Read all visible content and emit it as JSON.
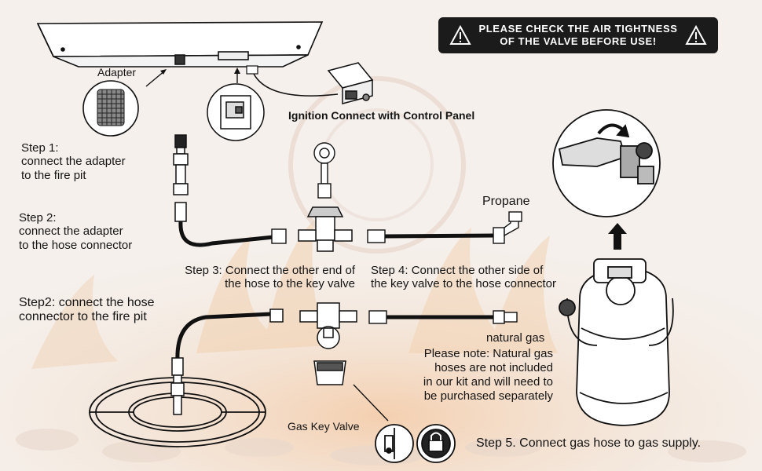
{
  "warning": {
    "line1": "PLEASE CHECK THE AIR TIGHTNESS",
    "line2": "OF THE VALVE BEFORE USE!",
    "icon": "warning-triangle-icon"
  },
  "labels": {
    "adapter": "Adapter",
    "ignition": "Ignition Connect with Control Panel",
    "propane": "Propane",
    "natural_gas": "natural gas",
    "gas_key_valve": "Gas Key Valve"
  },
  "steps": {
    "step1_l1": "Step 1:",
    "step1_l2": "connect the adapter",
    "step1_l3": "to the fire pit",
    "step2_l1": "Step 2:",
    "step2_l2": "connect the adapter",
    "step2_l3": "to the hose connector",
    "step3_l1": "Step 3: Connect the other end of",
    "step3_l2": "the hose to the key valve",
    "step4_l1": "Step 4: Connect the other side of",
    "step4_l2": "the key valve to the hose connector",
    "step2b_l1": "Step2: connect the hose",
    "step2b_l2": "connector to the fire pit",
    "step5": "Step 5. Connect gas hose to gas supply."
  },
  "note": {
    "l1": "Please note: Natural gas",
    "l2": "hoses are not included",
    "l3": "in our kit and will need to",
    "l4": "be purchased separately"
  }
}
